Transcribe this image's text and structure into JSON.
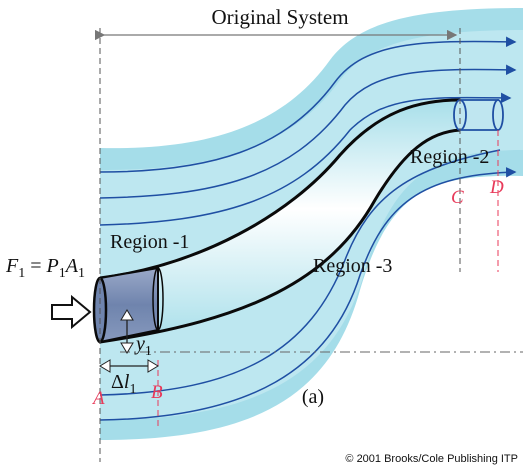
{
  "title": "Original System",
  "force": {
    "f": "F",
    "f_sub": "1",
    "eq": " = ",
    "p": "P",
    "p_sub": "1",
    "a": "A",
    "a_sub": "1"
  },
  "regions": {
    "r1": "Region -1",
    "r2": "Region -2",
    "r3": "Region -3"
  },
  "height": {
    "y": "y",
    "y_sub": "1"
  },
  "length": {
    "delta": "Δ",
    "l": "l",
    "l_sub": "1"
  },
  "points": {
    "a": "A",
    "b": "B",
    "c": "C",
    "d": "D"
  },
  "panel_label": "(a)",
  "copyright": "© 2001 Brooks/Cole Publishing ITP",
  "colors": {
    "stream_light": "#9fdce8",
    "stream_mid": "#cdeef4",
    "streamline": "#1f4fa3",
    "tube_outline": "#0a0a0a",
    "fluid_element": "#7d91b8",
    "point_labels": "#e83a5a"
  }
}
